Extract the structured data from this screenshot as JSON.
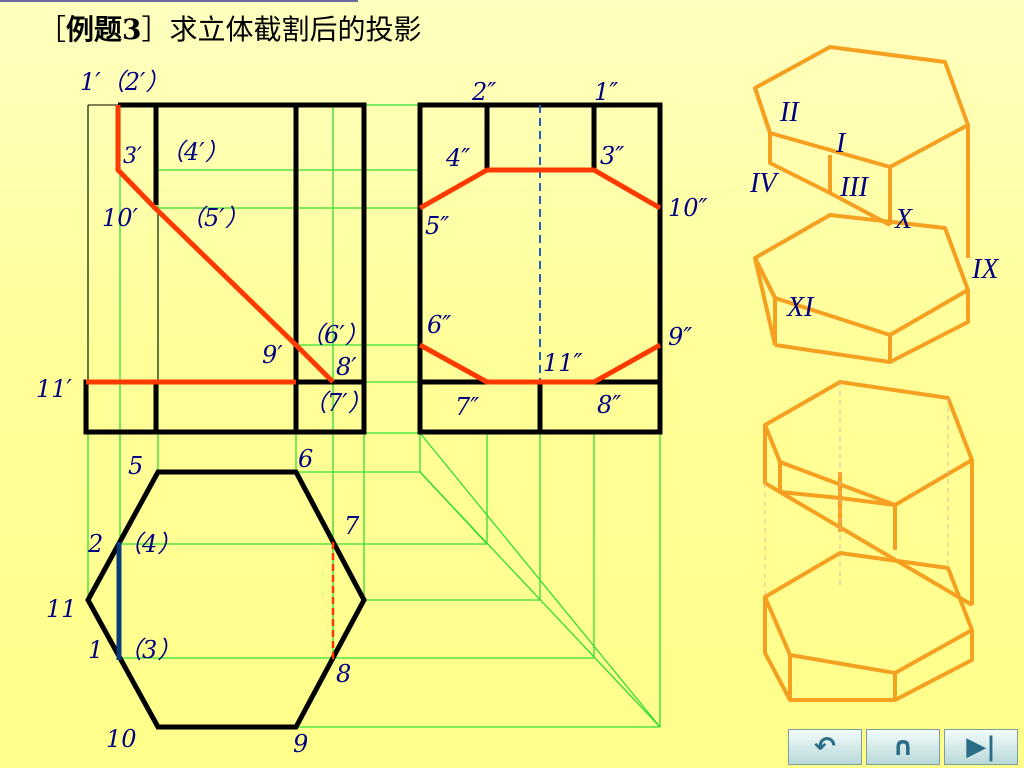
{
  "title": {
    "bracket_open": "［",
    "example": "例题3",
    "bracket_close": "］",
    "text": "求立体截割后的投影"
  },
  "front_view_labels": {
    "p1p2": "1′（2′）",
    "p3": "3′",
    "p4": "（4′）",
    "p10": "10′",
    "p5": "（5′）",
    "p6": "（6′）",
    "p9": "9′",
    "p8": "8′",
    "p7": "（7′）",
    "p11": "11′"
  },
  "side_view_labels": {
    "p2": "2″",
    "p1": "1″",
    "p4": "4″",
    "p3": "3″",
    "p5": "5″",
    "p10": "10″",
    "p6": "6″",
    "p9": "9″",
    "p11": "11″",
    "p7": "7″",
    "p8": "8″"
  },
  "top_view_labels": {
    "p5": "5",
    "p6": "6",
    "p7": "7",
    "p2": "2",
    "p4": "（4）",
    "p11": "11",
    "p1": "1",
    "p3": "（3）",
    "p8": "8",
    "p10": "10",
    "p9": "9"
  },
  "iso_labels": {
    "II": "II",
    "I": "I",
    "IV": "IV",
    "III": "III",
    "X": "X",
    "IX": "IX",
    "XI": "XI"
  },
  "nav": {
    "back": "↶",
    "up": "∩",
    "next": "▶|"
  },
  "colors": {
    "outline": "#000000",
    "cut": "#ff3a00",
    "construction": "#33dd33",
    "hidden": "#1f5fbf",
    "iso": "#f5a020",
    "label": "#000080"
  }
}
